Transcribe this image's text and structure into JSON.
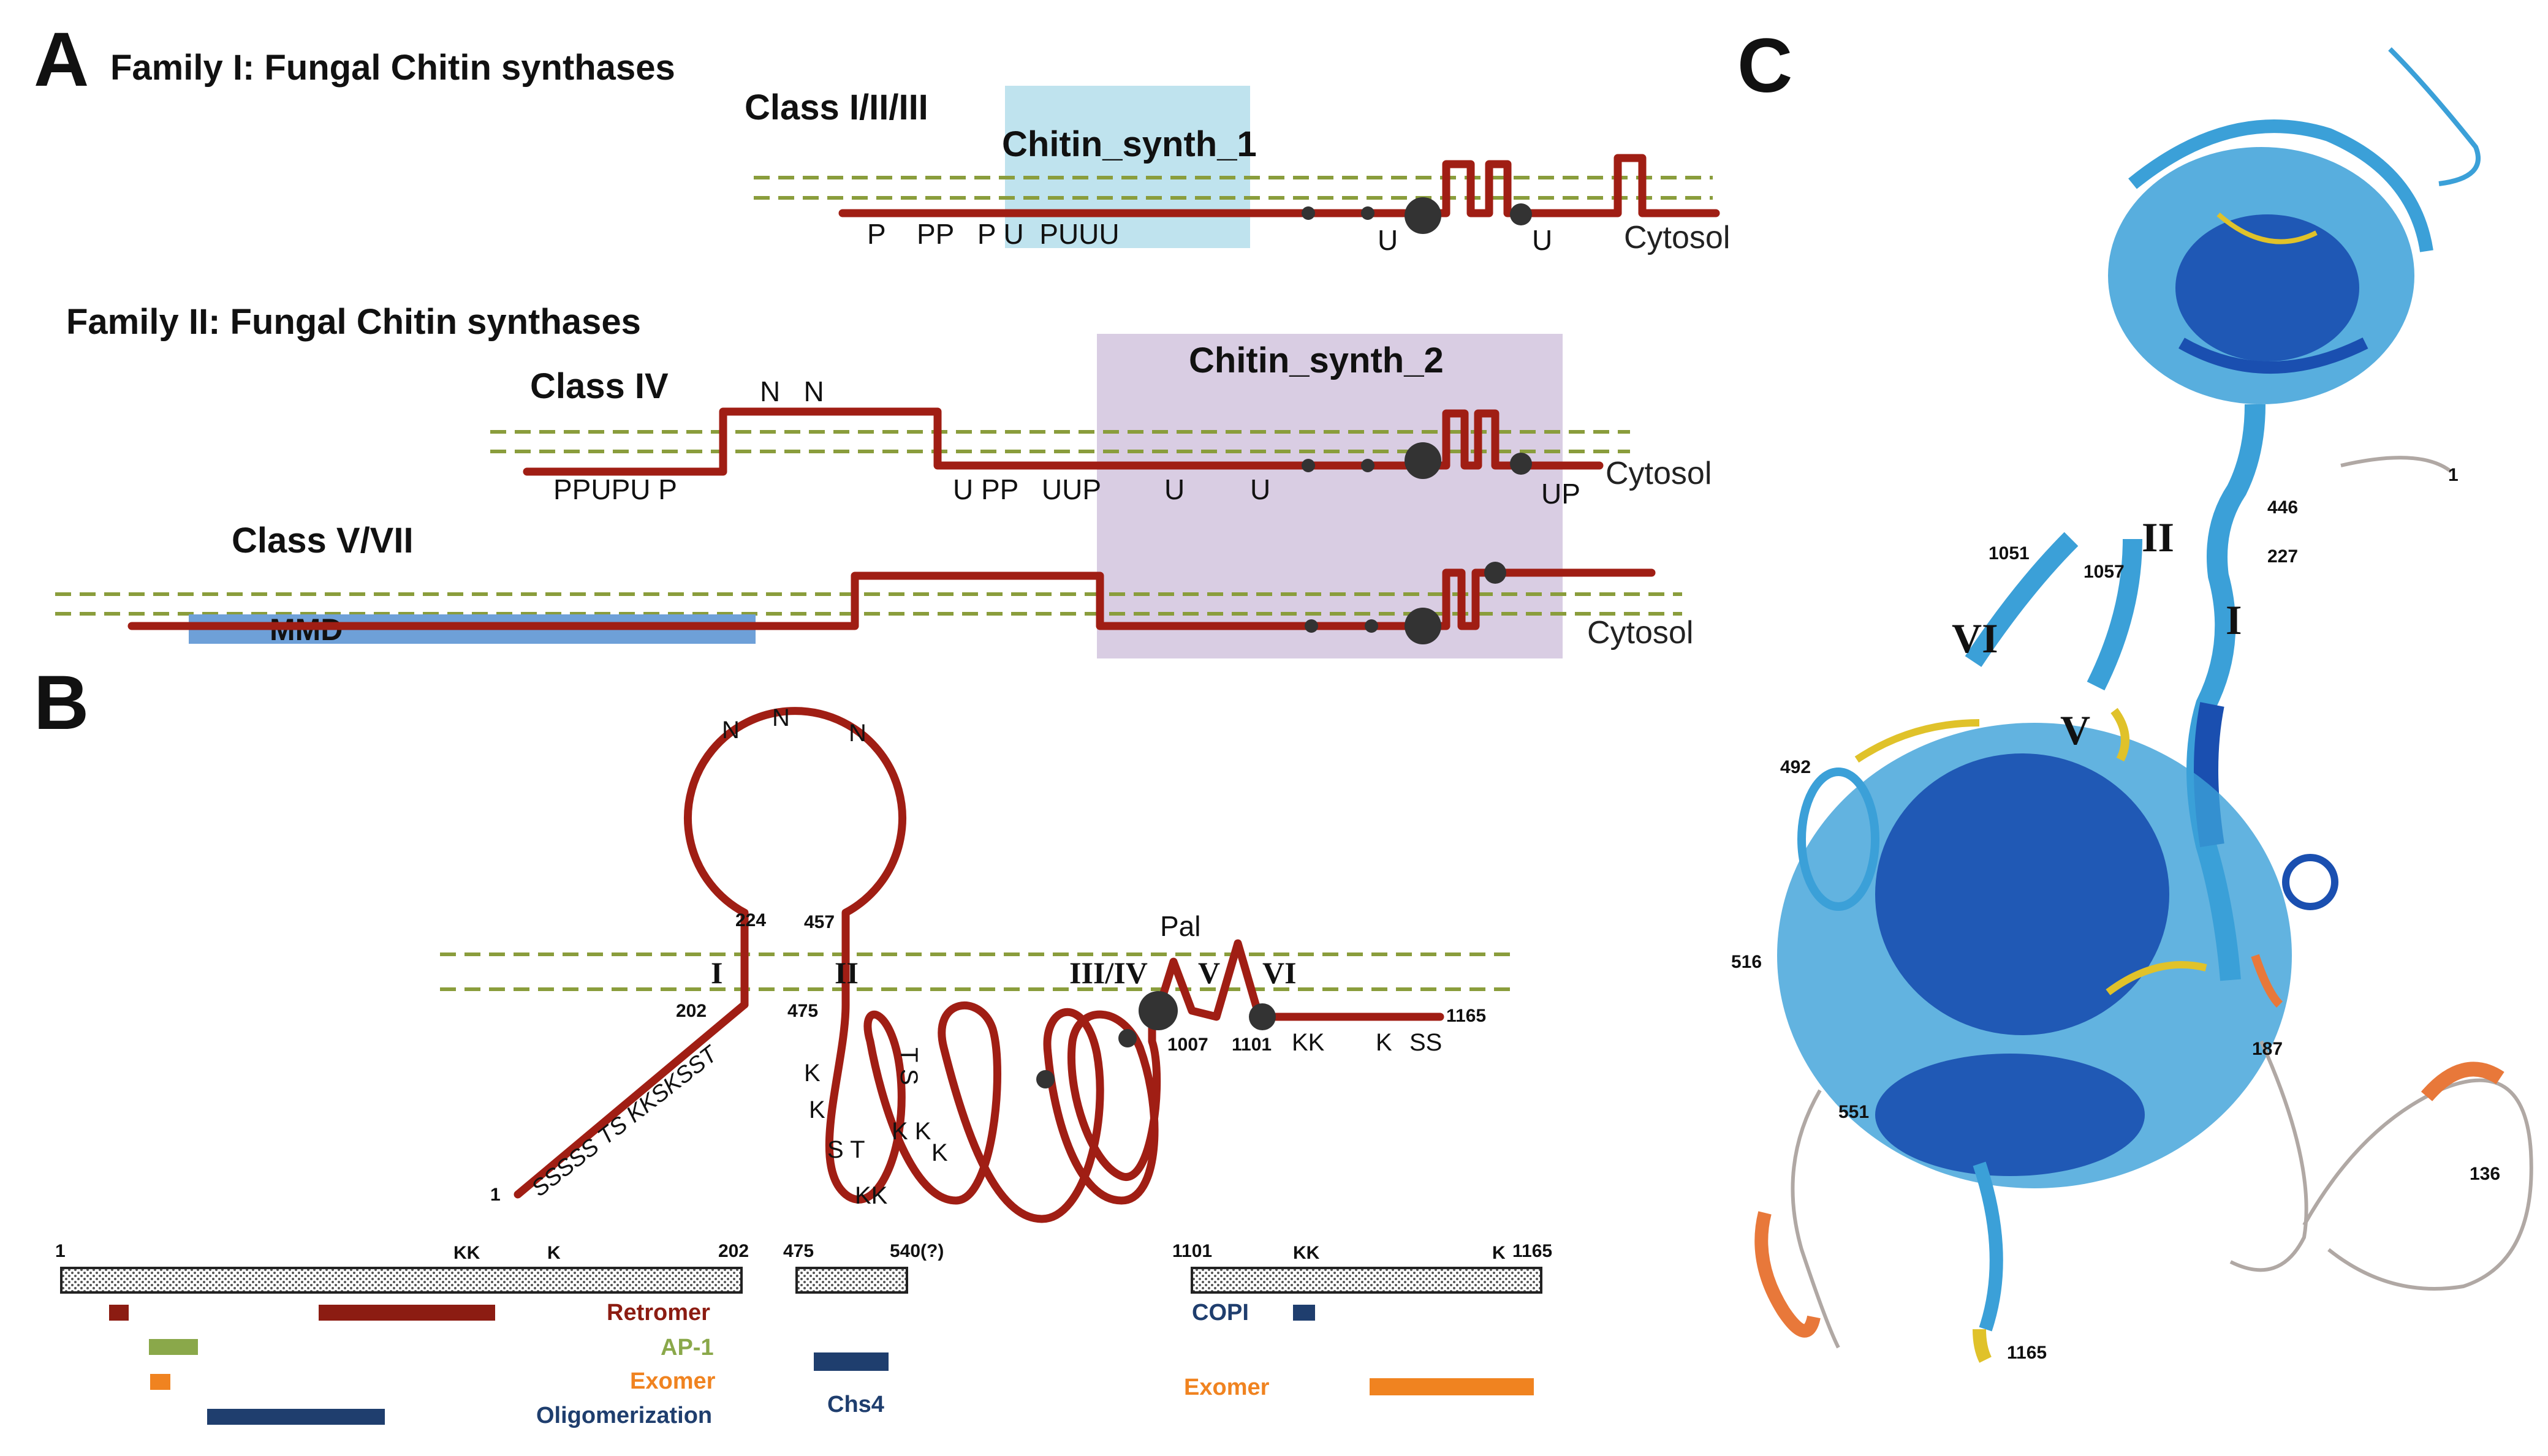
{
  "panel_a": {
    "letter": "A",
    "family1_title": "Family I: Fungal Chitin synthases",
    "class1_label": "Class I/II/III",
    "domain1_label": "Chitin_synth_1",
    "row1_residues_left": "P    PP   P U  PUUU",
    "row1_u1": "U",
    "row1_u2": "U",
    "cytosol": "Cytosol",
    "family2_title": "Family II: Fungal Chitin synthases",
    "class4_label": "Class IV",
    "nn_label": "N   N",
    "domain2_label": "Chitin_synth_2",
    "row2_residues_left": "PPUPU P",
    "row2_residues_mid": "U PP   UUP",
    "row2_u1": "U",
    "row2_u2": "U",
    "row2_up": "UP",
    "class57_label": "Class V/VII",
    "mmd_label": "MMD"
  },
  "panel_b": {
    "letter": "B",
    "loop_n1": "N",
    "loop_n2": "N",
    "loop_n3": "N",
    "n224": "224",
    "n457": "457",
    "n202": "202",
    "n475": "475",
    "n1": "1",
    "n1007": "1007",
    "n1101": "1101",
    "n1165": "1165",
    "pal": "Pal",
    "tm1": "I",
    "tm2": "II",
    "tm34": "III/IV",
    "tm5": "V",
    "tm6": "VI",
    "nterm_seq": "SSSSS TS KKSKSST",
    "cyt_k1": "K",
    "cyt_k2": "K",
    "cyt_ts": "T S",
    "cyt_st": "S T",
    "cyt_kk": "KK",
    "cyt_kk2": "K K",
    "cyt_k3": "K",
    "cterm_kk": "KK",
    "cterm_k": "K",
    "cterm_ss": "SS",
    "bar1_start": "1",
    "bar1_kk": "KK",
    "bar1_k": "K",
    "bar1_end": "202",
    "bar2_start": "475",
    "bar2_end": "540(?)",
    "bar3_start": "1101",
    "bar3_kk": "KK",
    "bar3_k": "K",
    "bar3_end": "1165",
    "legend_retromer": "Retromer",
    "legend_ap1": "AP-1",
    "legend_exomer": "Exomer",
    "legend_oligo": "Oligomerization",
    "legend_chs4": "Chs4",
    "legend_copi": "COPI",
    "legend_exomer2": "Exomer"
  },
  "panel_c": {
    "letter": "C",
    "labels": {
      "n1": "1",
      "n446": "446",
      "n227": "227",
      "n1051": "1051",
      "n1057": "1057",
      "n492": "492",
      "n516": "516",
      "n551": "551",
      "n187": "187",
      "n136": "136",
      "n1165": "1165"
    },
    "helix_labels": {
      "i": "I",
      "ii": "II",
      "v": "V",
      "vi": "VI"
    }
  },
  "colors": {
    "chain": "#a01e14",
    "membrane": "#8a9d3c",
    "box_chitin1": "#bfe3ee",
    "box_chitin2": "#d9cde3",
    "mmd": "#6ea0d8",
    "retromer": "#8c1c12",
    "ap1": "#8aa84a",
    "exomer": "#f08320",
    "oligomerization": "#1f3e6e",
    "protein_dark": "#1a4fb0",
    "protein_light": "#3ba0d8",
    "protein_yellow": "#e0c22a",
    "protein_orange": "#e8783a"
  }
}
